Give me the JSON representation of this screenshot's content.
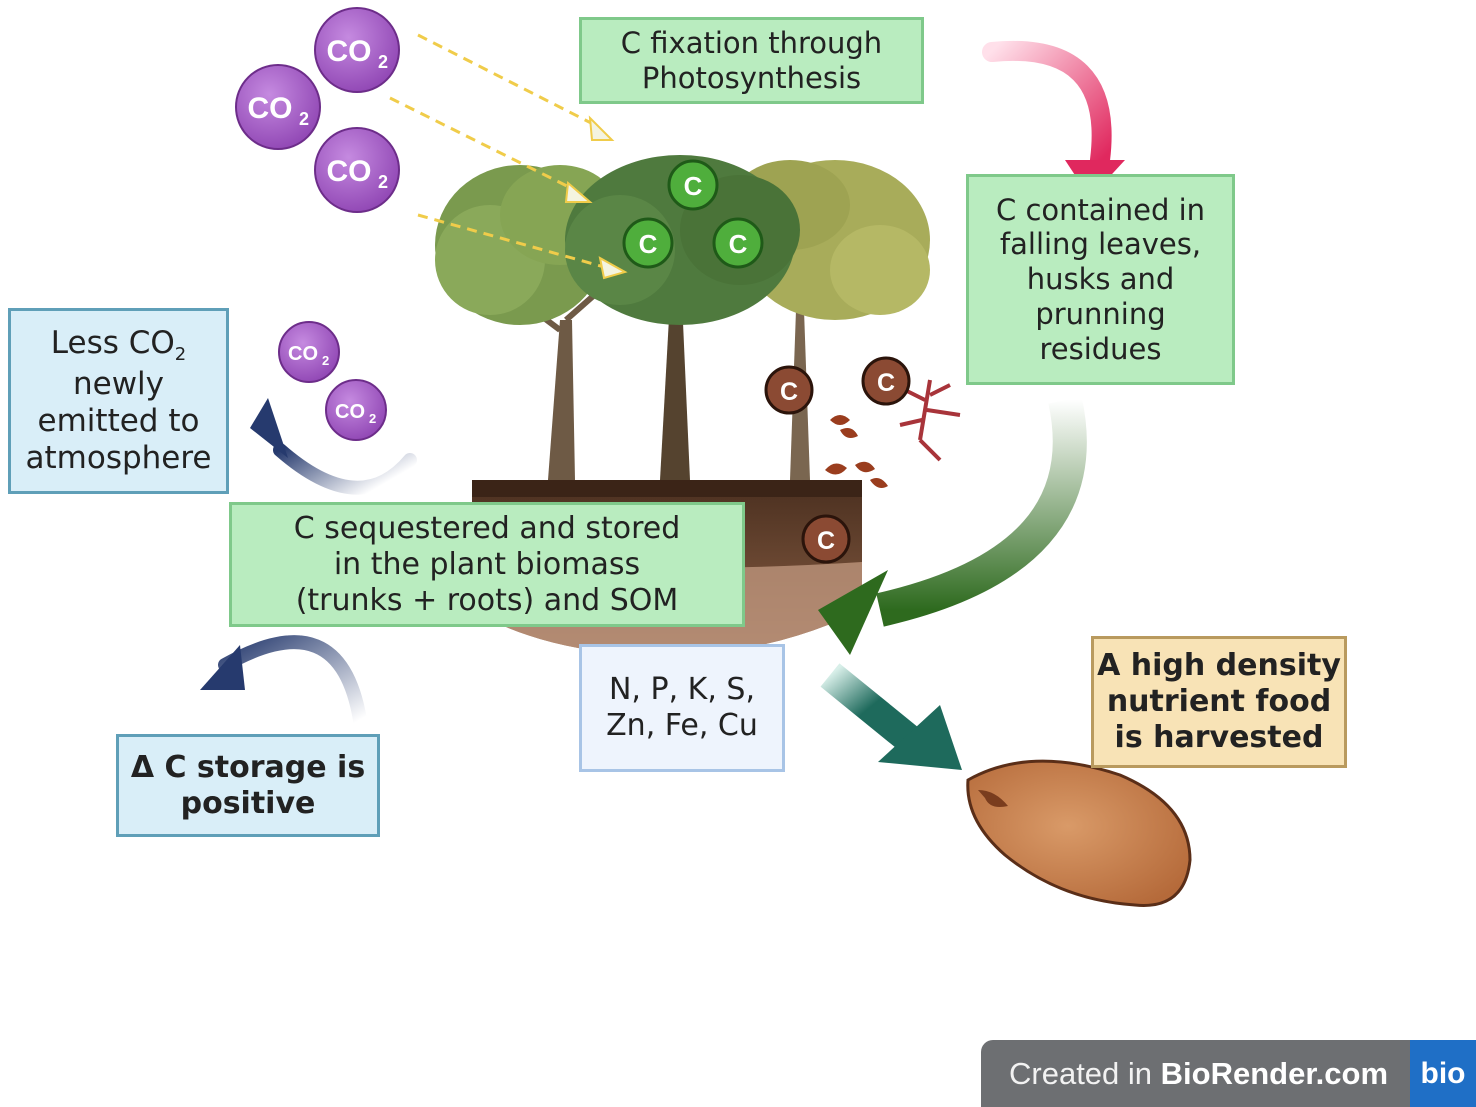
{
  "molecule": {
    "co2": "CO",
    "co2_sub": "2",
    "carbon": "C"
  },
  "boxes": {
    "photosynthesis": [
      "C fixation through",
      "Photosynthesis"
    ],
    "falling": [
      "C contained  in",
      "falling leaves,",
      "husks and",
      "prunning",
      "residues"
    ],
    "sequestered": [
      "C sequestered and stored",
      "in the plant biomass",
      "(trunks + roots) and  SOM"
    ],
    "less_co2": {
      "line1": "Less CO",
      "line1_sub": "2",
      "lines": [
        "newly",
        "emitted to",
        "atmosphere"
      ]
    },
    "delta": [
      "Δ C storage is",
      "positive"
    ],
    "nutrients": [
      "N, P, K, S,",
      "Zn, Fe, Cu"
    ],
    "harvest": [
      "A high density",
      "nutrient food",
      "is harvested"
    ]
  },
  "badge": {
    "prefix": "Created in ",
    "brand": "BioRender.com",
    "logo": "bio"
  },
  "colors": {
    "co2_purple": "#a55ec4",
    "carbon_green": "#4fae3c",
    "carbon_brown": "#8b4a33",
    "pink_arrow": "#e0285e",
    "green_arrow": "#2e6a1e",
    "navy_arrow": "#263a6e",
    "teal_arrow": "#1e6a5c"
  }
}
